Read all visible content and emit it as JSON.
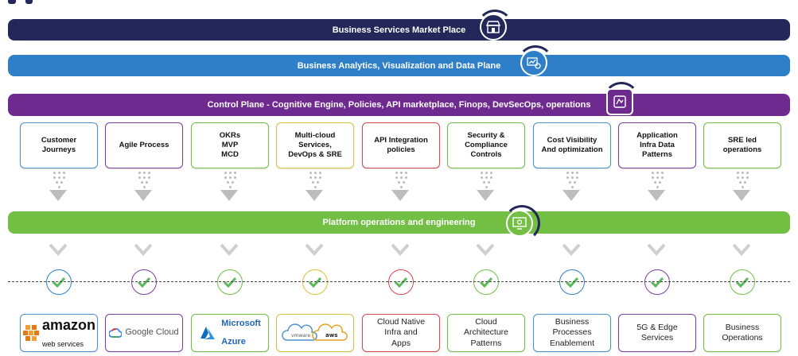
{
  "bars": {
    "marketplace": "Business Services Market Place",
    "analytics": "Business Analytics, Visualization and Data Plane",
    "control": "Control Plane - Cognitive Engine, Policies, API marketplace, Finops, DevSecOps, operations",
    "platform": "Platform operations and engineering"
  },
  "columns": [
    {
      "label": "Customer\nJourneys",
      "border": "#4a8fd0",
      "check": "#2e7fc7"
    },
    {
      "label": "Agile Process",
      "border": "#7b3fa0",
      "check": "#7b3fa0"
    },
    {
      "label": "OKRs\nMVP\nMCD",
      "border": "#72bf44",
      "check": "#72bf44"
    },
    {
      "label": "Multi-cloud\nServices,\nDevOps & SRE",
      "border": "#d8c23a",
      "check": "#d8c23a"
    },
    {
      "label": "API Integration\npolicies",
      "border": "#d9484f",
      "check": "#d9484f"
    },
    {
      "label": "Security &\nCompliance\nControls",
      "border": "#72bf44",
      "check": "#72bf44"
    },
    {
      "label": "Cost  Visibility\nAnd optimization",
      "border": "#4a8fd0",
      "check": "#2e7fc7"
    },
    {
      "label": "Application\nInfra Data\nPatterns",
      "border": "#7b3fa0",
      "check": "#7b3fa0"
    },
    {
      "label": "SRE led\noperations",
      "border": "#72bf44",
      "check": "#72bf44"
    }
  ],
  "bottom": {
    "aws": {
      "word": "amazon",
      "sub": "web services"
    },
    "gcp": "Google Cloud",
    "azure": {
      "line1": "Microsoft",
      "line2": "Azure"
    },
    "vmware": {
      "left": "vmware",
      "right": "aws"
    },
    "items": [
      "Cloud Native\nInfra and\nApps",
      "Cloud\nArchitecture\nPatterns",
      "Business\nProcesses\nEnablement",
      "5G & Edge\nServices",
      "Business\nOperations"
    ]
  },
  "colors": {
    "navy": "#232759",
    "blue": "#2e7fc7",
    "purple": "#6e2a8e",
    "green": "#72bf44",
    "check_green": "#5cb85c"
  },
  "icons": [
    "storefront-icon",
    "analytics-icon",
    "control-panel-icon",
    "monitor-settings-icon",
    "checkmark-icon"
  ]
}
